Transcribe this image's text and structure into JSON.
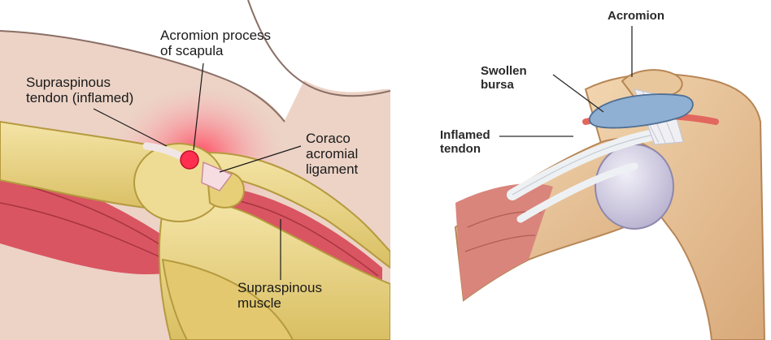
{
  "left_panel": {
    "labels": {
      "acromion_process": [
        "Acromion process",
        "of scapula"
      ],
      "supraspinous_tendon": [
        "Supraspinous",
        "tendon (inflamed)"
      ],
      "coraco_acromial": [
        "Coraco",
        "acromial",
        "ligament"
      ],
      "supraspinous_muscle": [
        "Supraspinous",
        "muscle"
      ]
    },
    "colors": {
      "skin": "#ecd3c6",
      "bone": "#e9d58a",
      "bone_shadow": "#b59a3e",
      "muscle": "#d95562",
      "inflammation": "#ff5a6e"
    }
  },
  "right_panel": {
    "labels": {
      "acromion": "Acromion",
      "swollen_bursa": [
        "Swollen",
        "bursa"
      ],
      "inflamed_tendon": [
        "Inflamed",
        "tendon"
      ]
    },
    "colors": {
      "bone": "#e8c9a0",
      "humeral_head": "#d6d2e6",
      "bursa": "#8fb0d2",
      "tendon": "#eceff2",
      "muscle": "#d9857c"
    }
  }
}
